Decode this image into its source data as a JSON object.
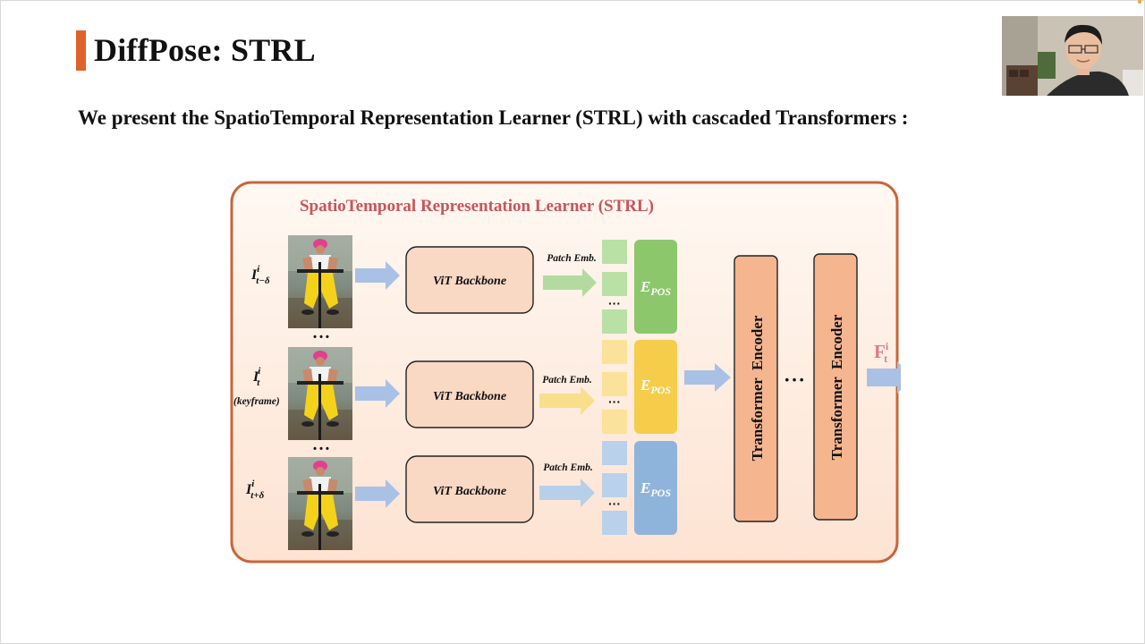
{
  "slide": {
    "title": "DiffPose: STRL",
    "subtitle": "We present the SpatioTemporal Representation Learner (STRL) with cascaded Transformers :"
  },
  "diagram": {
    "box_title": "SpatioTemporal Representation Learner (STRL)",
    "rows": [
      {
        "input_label_main": "I",
        "input_label_sup": "i",
        "input_label_sub": "t−δ",
        "input_note": "",
        "backbone_label": "ViT Backbone",
        "patch_label": "Patch Emb.",
        "epos_label": "E",
        "epos_sub": "POS",
        "color": "#8cc76b"
      },
      {
        "input_label_main": "I",
        "input_label_sup": "i",
        "input_label_sub": "t",
        "input_note": "(keyframe)",
        "backbone_label": "ViT Backbone",
        "patch_label": "Patch Emb.",
        "epos_label": "E",
        "epos_sub": "POS",
        "color": "#f5cd4b"
      },
      {
        "input_label_main": "I",
        "input_label_sup": "i",
        "input_label_sub": "t+δ",
        "input_note": "",
        "backbone_label": "ViT Backbone",
        "patch_label": "Patch Emb.",
        "epos_label": "E",
        "epos_sub": "POS",
        "color": "#8fb4dc"
      }
    ],
    "ellipsis": "• • •",
    "token_ellipsis": "···",
    "encoders": [
      "Transformer  Encoder",
      "Transformer  Encoder"
    ],
    "encoder_ellipsis": "• • •",
    "output_main": "F",
    "output_sup": "i",
    "output_sub": "t"
  },
  "colors": {
    "accent": "#e0622b",
    "box_border": "#c8663a",
    "box_title": "#c9545c",
    "backbone_fill": "#f9d8c4",
    "encoder_fill": "#f5b58f",
    "arrow_blue": "#a9c1e4",
    "output_color": "#e07a86"
  },
  "icons": [
    "person-figure-icon",
    "webcam-person-icon"
  ]
}
